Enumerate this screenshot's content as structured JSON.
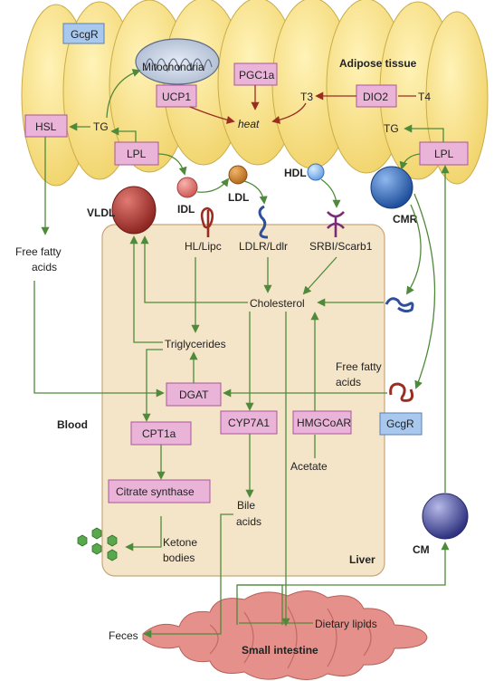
{
  "regions": {
    "adipose": "Adipose tissue",
    "blood": "Blood",
    "liver": "Liver",
    "intestine": "Small intestine"
  },
  "enzymes": {
    "gcgr_top": "GcgR",
    "gcgr_liver": "GcgR",
    "mitochondria": "Mitochondria",
    "ucp1": "UCP1",
    "pgc1a": "PGC1a",
    "dio2": "DIO2",
    "hsl": "HSL",
    "lpl_left": "LPL",
    "lpl_right": "LPL",
    "dgat": "DGAT",
    "cpt1a": "CPT1a",
    "citrate_synthase": "Citrate synthase",
    "cyp7a1": "CYP7A1",
    "hmgcoar": "HMGCoAR"
  },
  "metabolites": {
    "heat": "heat",
    "t3": "T3",
    "t4": "T4",
    "tg_left": "TG",
    "tg_right": "TG",
    "free_fatty_acids_blood_1": "Free fatty",
    "free_fatty_acids_blood_2": "acids",
    "free_fatty_acids_liver_1": "Free fatty",
    "free_fatty_acids_liver_2": "acids",
    "triglycerides": "Triglycerides",
    "cholesterol": "Cholesterol",
    "acetate": "Acetate",
    "bile_acids_1": "Bile",
    "bile_acids_2": "acids",
    "ketone_bodies_1": "Ketone",
    "ketone_bodies_2": "bodies",
    "dietary_lipids": "Dietary lipids",
    "feces": "Feces"
  },
  "lipoproteins": {
    "vldl": "VLDL",
    "idl": "IDL",
    "ldl": "LDL",
    "hdl": "HDL",
    "cmr": "CMR",
    "cm": "CM"
  },
  "receptors": {
    "hl": "HL/Lipc",
    "ldlr": "LDLR/Ldlr",
    "srbi": "SRBI/Scarb1"
  },
  "colors": {
    "adipocyte": "#f6dd84",
    "adipocyte_edge": "#c9ad4a",
    "liver": "#f4e4c8",
    "liver_edge": "#c8a678",
    "enzyme_box": "#e9b4d8",
    "enzyme_edge": "#a9569a",
    "gcgr_box": "#a9c8ee",
    "gcgr_edge": "#5a7fb0",
    "arrow_green": "#4f8a3a",
    "arrow_red": "#9b2c22",
    "vldl": "#a5332d",
    "cmr": "#2f66b6",
    "cm": "#3b3f8c",
    "intestine": "#e5908a",
    "ketone": "#5aa84e"
  }
}
